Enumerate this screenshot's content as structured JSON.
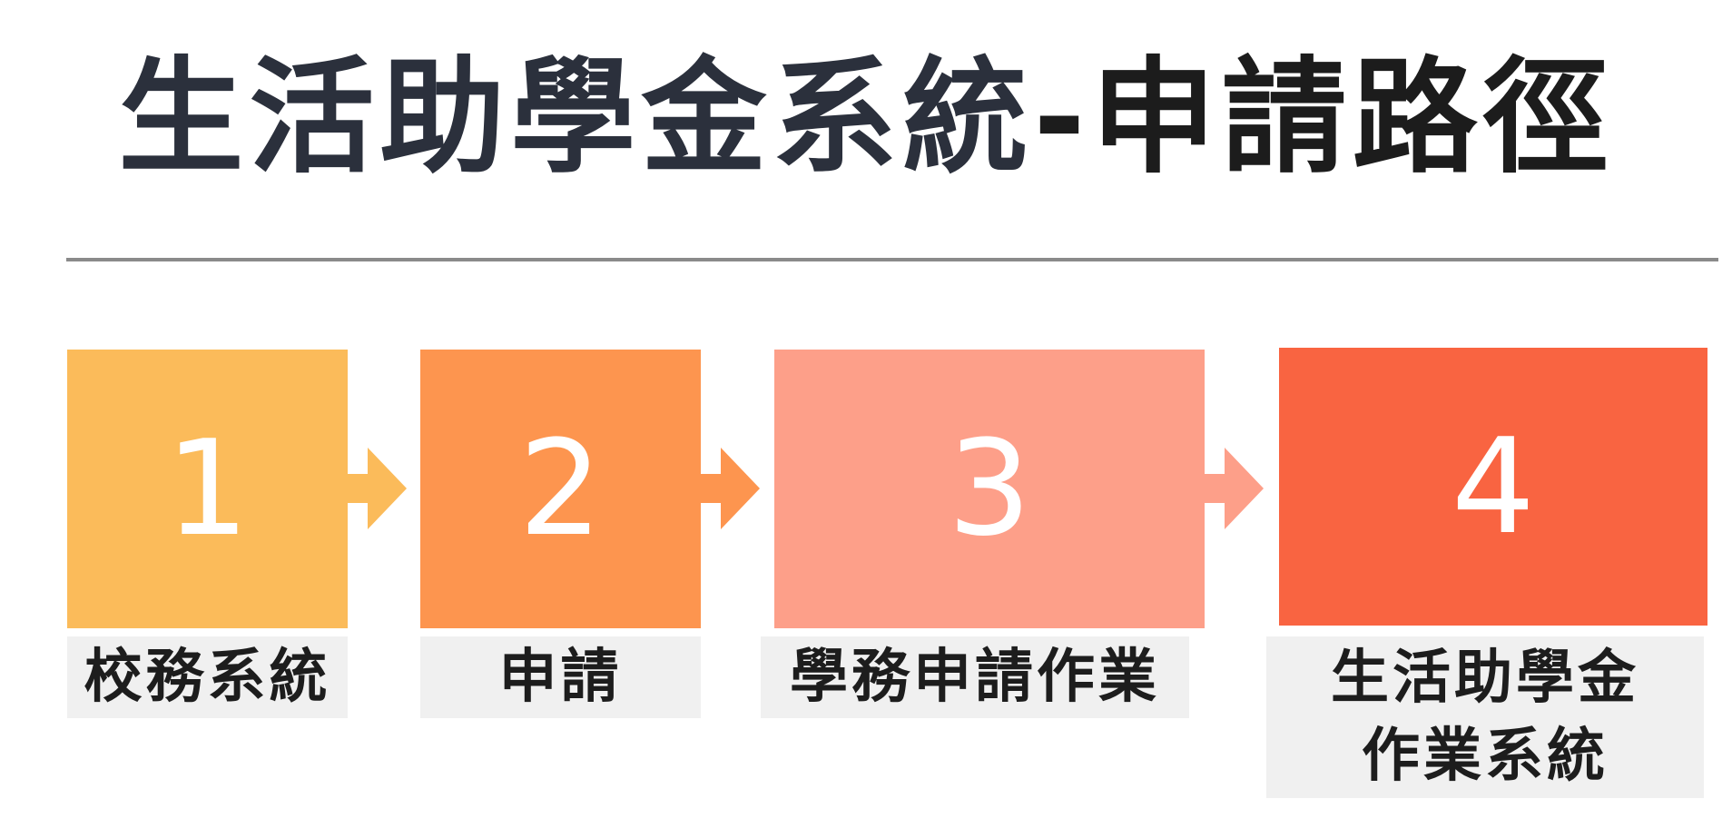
{
  "title": {
    "part1": "生活助學金系統",
    "part2": "-申請路徑"
  },
  "steps": [
    {
      "number": "1",
      "label": "校務系統",
      "color": "#fbbb5a"
    },
    {
      "number": "2",
      "label": "申請",
      "color": "#fd954f"
    },
    {
      "number": "3",
      "label": "學務申請作業",
      "color": "#fd9f89"
    },
    {
      "number": "4",
      "label_line1": "生活助學金",
      "label_line2": "作業系統",
      "color": "#f96441"
    }
  ]
}
